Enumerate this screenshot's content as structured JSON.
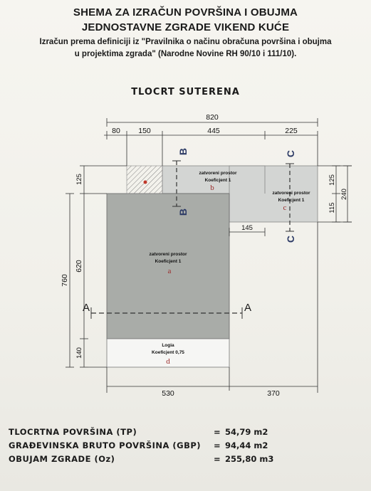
{
  "header": {
    "title_line1": "SHEMA ZA IZRAČUN POVRŠINA I OBUJMA",
    "title_line2": "JEDNOSTAVNE  ZGRADE VIKEND KUĆE",
    "subtitle_line1": "Izračun prema definiciji iz \"Pravilnika o načinu obračuna površina i obujma",
    "subtitle_line2": "u projektima zgrada\" (Narodne Novine RH 90/10  i  111/10)."
  },
  "plan": {
    "title": "TLOCRT  SUTERENA",
    "dims_top": {
      "total": "820",
      "d1": "80",
      "d2": "150",
      "d3": "445",
      "d4": "225"
    },
    "dims_left": {
      "total": "760",
      "d1": "125",
      "d2": "620",
      "d3": "140"
    },
    "dims_right": {
      "total": "240",
      "d1": "125",
      "d2": "115"
    },
    "dim_inner": "145",
    "dims_bottom": {
      "d1": "530",
      "d2": "370"
    },
    "sections": {
      "a_left": "A",
      "a_right": "A",
      "b_top": "B",
      "b_bottom": "B",
      "c_top": "C",
      "c_bottom": "C"
    },
    "rooms": {
      "a": {
        "name": "zatvoreni prostor",
        "coef": "Koeficjent  1",
        "letter": "a"
      },
      "b": {
        "name": "zatvoreni prostor",
        "coef": "Koeficjent  1",
        "letter": "b"
      },
      "c": {
        "name": "zatvoreni prostor",
        "coef": "Koeficjent  1",
        "letter": "c"
      },
      "d": {
        "name": "Logia",
        "coef": "Koeficjent  0,75",
        "letter": "d"
      }
    },
    "colors": {
      "room_a": "#a9aca8",
      "room_bc": "#d3d5d3",
      "logia": "#f6f6f4",
      "marker": "#c0392b"
    }
  },
  "summary": [
    {
      "label": "TLOCRTNA POVRŠINA   (TP)",
      "eq": "=",
      "value": "54,79 m2"
    },
    {
      "label": "GRAĐEVINSKA BRUTO POVRŠINA (GBP)",
      "eq": "=",
      "value": "94,44 m2"
    },
    {
      "label": " OBUJAM ZGRADE  (Oz)",
      "eq": "=",
      "value": "255,80 m3"
    }
  ]
}
